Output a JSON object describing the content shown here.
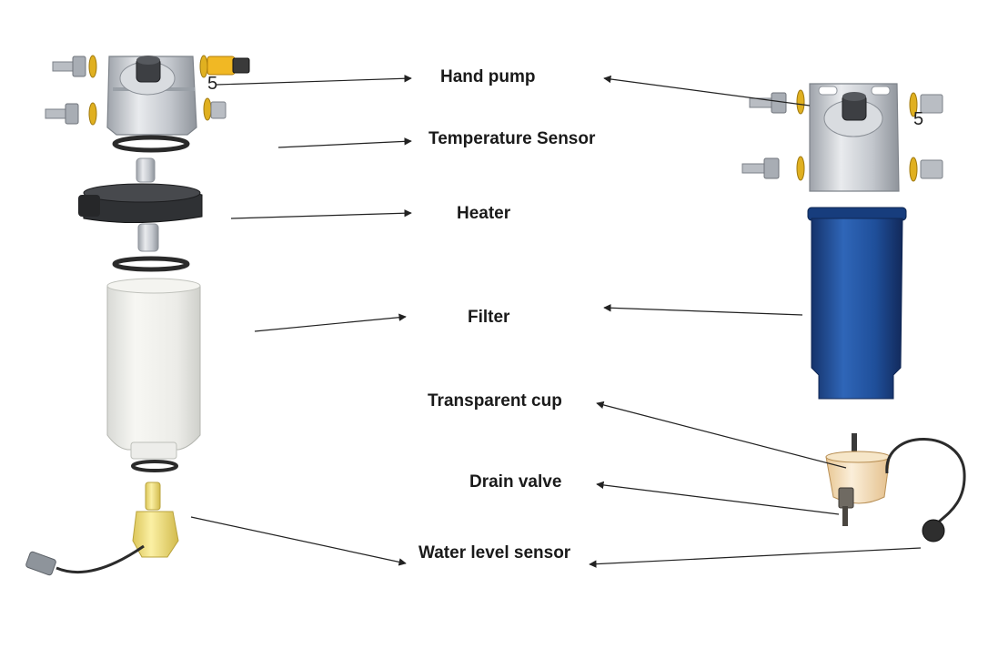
{
  "labels": {
    "hand_pump": "Hand pump",
    "temperature_sensor": "Temperature Sensor",
    "heater": "Heater",
    "filter": "Filter",
    "transparent_cup": "Transparent cup",
    "drain_valve": "Drain valve",
    "water_level_sensor": "Water level sensor"
  },
  "port_marks": {
    "left": "5",
    "right": "5"
  },
  "colors": {
    "filter_blue": "#1f4f9a",
    "aluminium": "#c9ccd1",
    "seal_black": "#2a2a2a",
    "sensor_yellow": "#f3e27a",
    "washer_gold": "#e0b020",
    "fitting_gold": "#f1b824",
    "cup_amber": "#f4dcb5"
  }
}
